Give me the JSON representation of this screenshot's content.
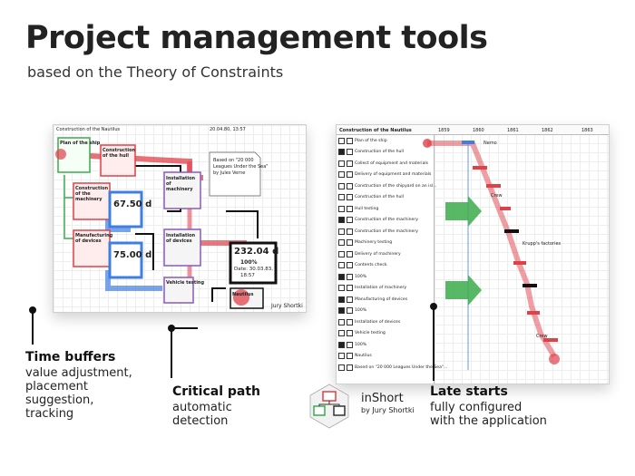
{
  "header": {
    "title": "Project management tools",
    "subtitle": "based on the Theory of Constraints"
  },
  "left_panel": {
    "title": "Construction of the Nautilus",
    "date": "20.04.80, 13:57",
    "note_lines": [
      "Based on \"20 000",
      "Leagues Under the Sea\"",
      "by Jules Verne"
    ],
    "boxes": {
      "plan": "Plan of the ship",
      "hull": "Construction of the hull",
      "machinery": "Construction of the machinery",
      "manufacturing": "Manufacturing of devices",
      "install_machinery": "Installation of machinery",
      "install_devices": "Installation of devices",
      "vehicle": "Vehicle testing",
      "nautilus": "Nautilus"
    },
    "buffers": {
      "machinery_days": "67.50 d",
      "devices_days": "75.00 d",
      "project_days": "232.04 d",
      "project_pct": "100%",
      "project_date": "Date: 30.03.83,",
      "project_time": "18:57"
    },
    "signature": "Jury Shortki"
  },
  "right_panel": {
    "header_title": "Construction of the Nautilus",
    "years": [
      "1859",
      "1860",
      "1861",
      "1862",
      "1863"
    ],
    "tasks": [
      "Plan of the ship",
      "Construction of the hull",
      "Collect of equipment and materials",
      "Delivery of equipment and materials",
      "Construction of the shipyard on an isl...",
      "Construction of the hull",
      "Hull testing",
      "Construction of the machinery",
      "Construction of the machinery",
      "Machinery testing",
      "Delivery of machinery",
      "Contents check",
      "100%",
      "Installation of machinery",
      "Manufacturing of devices",
      "100%",
      "Installation of devices",
      "Vehicle testing",
      "100%",
      "Nautilus",
      "Based on \"20 000 Leagues Under the Sea\"..."
    ],
    "labels": {
      "nemo": "Nemo",
      "crew": "Crew",
      "factories": "Krupp's factories"
    }
  },
  "callouts": {
    "time_buffers": {
      "title": "Time buffers",
      "lines": [
        "value adjustment,",
        "placement",
        "suggestion,",
        "tracking"
      ]
    },
    "critical_path": {
      "title": "Critical path",
      "lines": [
        "automatic",
        "detection"
      ]
    },
    "late_starts": {
      "title": "Late starts",
      "lines": [
        "fully configured",
        "with the application"
      ]
    }
  },
  "app": {
    "name": "inShort",
    "author": "by Jury Shortki"
  },
  "colors": {
    "critical": "#e0404a",
    "buffer_blue": "#3f7fe0",
    "late_green": "#3cab4a",
    "frame_purple": "#8a5ab8"
  }
}
